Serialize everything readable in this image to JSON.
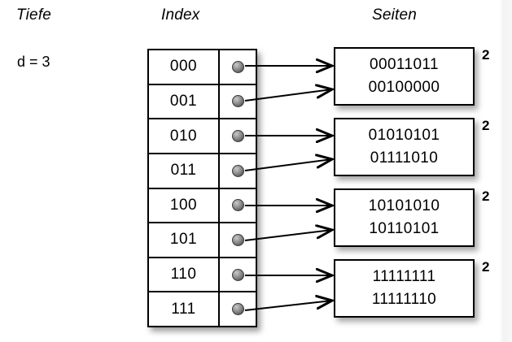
{
  "slide": {
    "headers": {
      "depth": "Tiefe",
      "index": "Index",
      "pages": "Seiten"
    },
    "depth_value": "d = 3"
  },
  "index_table": {
    "rows": [
      {
        "key": "000",
        "pointer_icon": "bullet-dot-icon",
        "target_page": 0
      },
      {
        "key": "001",
        "pointer_icon": "bullet-dot-icon",
        "target_page": 0
      },
      {
        "key": "010",
        "pointer_icon": "bullet-dot-icon",
        "target_page": 1
      },
      {
        "key": "011",
        "pointer_icon": "bullet-dot-icon",
        "target_page": 1
      },
      {
        "key": "100",
        "pointer_icon": "bullet-dot-icon",
        "target_page": 2
      },
      {
        "key": "101",
        "pointer_icon": "bullet-dot-icon",
        "target_page": 2
      },
      {
        "key": "110",
        "pointer_icon": "bullet-dot-icon",
        "target_page": 3
      },
      {
        "key": "111",
        "pointer_icon": "bullet-dot-icon",
        "target_page": 3
      }
    ]
  },
  "pages": [
    {
      "line1": "00011011",
      "line2": "00100000",
      "local_depth": "2"
    },
    {
      "line1": "01010101",
      "line2": "01111010",
      "local_depth": "2"
    },
    {
      "line1": "10101010",
      "line2": "10110101",
      "local_depth": "2"
    },
    {
      "line1": "11111111",
      "line2": "11111110",
      "local_depth": "2"
    }
  ],
  "colors": {
    "background": "#ffffff",
    "stroke": "#000000",
    "dot_fill": "#8d8d8d",
    "text": "#000000"
  }
}
